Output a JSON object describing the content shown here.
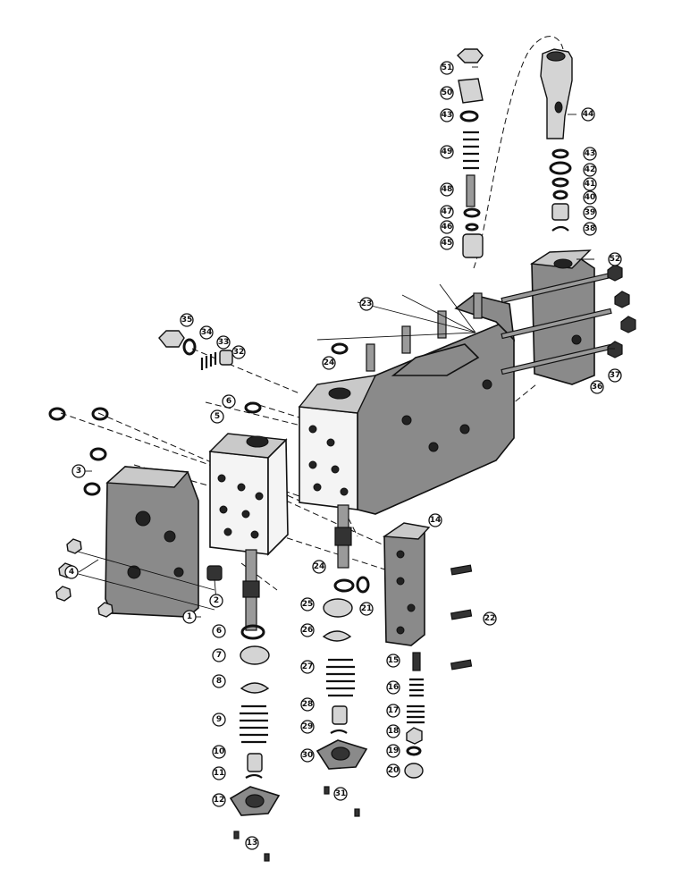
{
  "diagram": {
    "type": "exploded-parts-view",
    "callouts": [
      "1",
      "2",
      "3",
      "4",
      "5",
      "6",
      "6",
      "7",
      "8",
      "9",
      "10",
      "11",
      "12",
      "13",
      "14",
      "15",
      "16",
      "17",
      "18",
      "19",
      "20",
      "21",
      "22",
      "23",
      "24",
      "24",
      "25",
      "26",
      "27",
      "28",
      "29",
      "30",
      "31",
      "32",
      "33",
      "34",
      "35",
      "36",
      "37",
      "38",
      "39",
      "40",
      "41",
      "42",
      "43",
      "43",
      "44",
      "45",
      "46",
      "47",
      "48",
      "49",
      "50",
      "51",
      "52"
    ]
  }
}
